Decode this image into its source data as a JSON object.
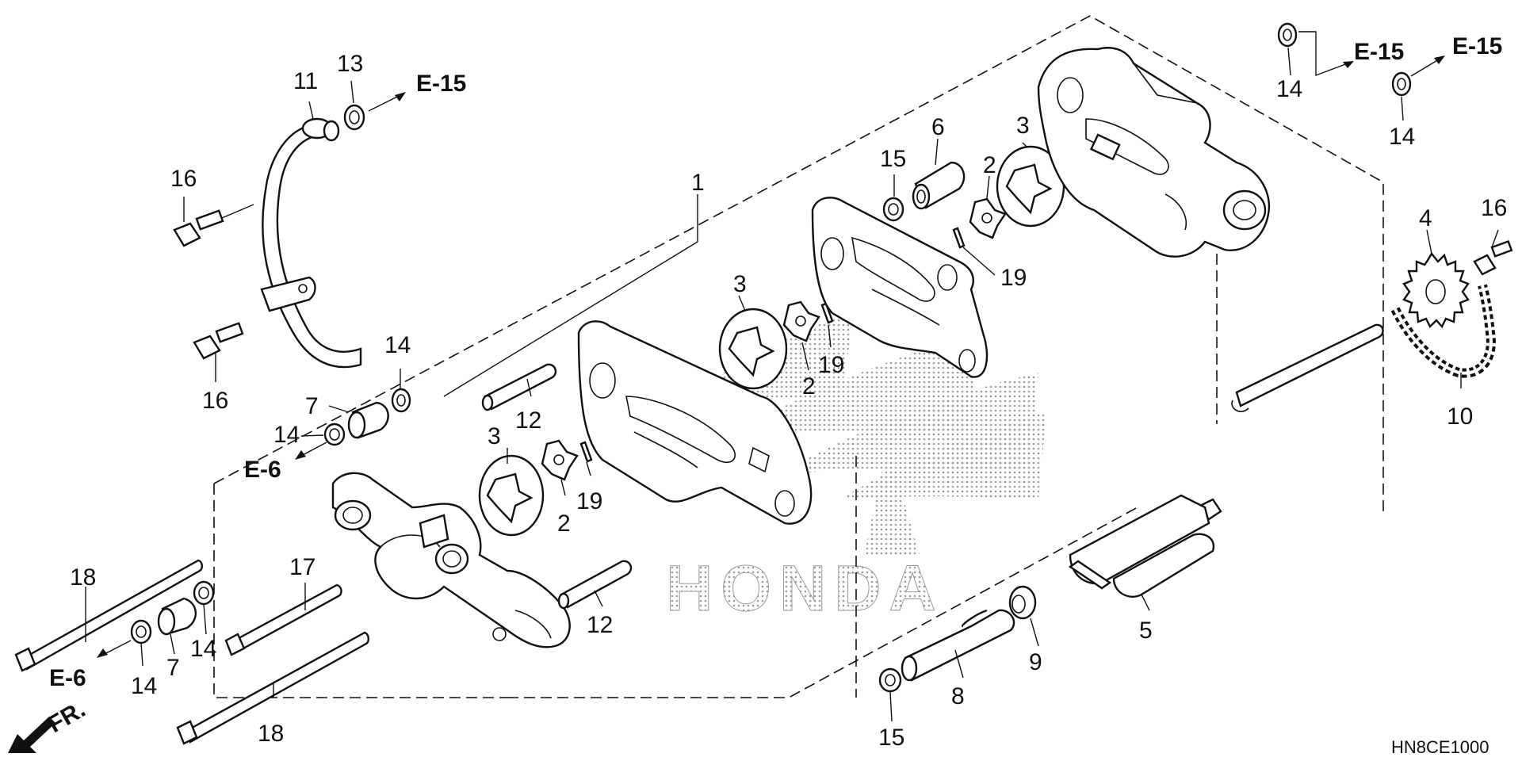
{
  "diagram": {
    "drawing_code": "HN8CE1000",
    "watermark": "HONDA",
    "callouts": [
      {
        "id": "c1",
        "label": "1"
      },
      {
        "id": "c2a",
        "label": "2"
      },
      {
        "id": "c2b",
        "label": "2"
      },
      {
        "id": "c2c",
        "label": "2"
      },
      {
        "id": "c3a",
        "label": "3"
      },
      {
        "id": "c3b",
        "label": "3"
      },
      {
        "id": "c3c",
        "label": "3"
      },
      {
        "id": "c4",
        "label": "4"
      },
      {
        "id": "c5",
        "label": "5"
      },
      {
        "id": "c6",
        "label": "6"
      },
      {
        "id": "c7a",
        "label": "7"
      },
      {
        "id": "c7b",
        "label": "7"
      },
      {
        "id": "c8",
        "label": "8"
      },
      {
        "id": "c9",
        "label": "9"
      },
      {
        "id": "c10",
        "label": "10"
      },
      {
        "id": "c11",
        "label": "11"
      },
      {
        "id": "c12a",
        "label": "12"
      },
      {
        "id": "c12b",
        "label": "12"
      },
      {
        "id": "c13",
        "label": "13"
      },
      {
        "id": "c14a",
        "label": "14"
      },
      {
        "id": "c14b",
        "label": "14"
      },
      {
        "id": "c14c",
        "label": "14"
      },
      {
        "id": "c14d",
        "label": "14"
      },
      {
        "id": "c14e",
        "label": "14"
      },
      {
        "id": "c14f",
        "label": "14"
      },
      {
        "id": "c15a",
        "label": "15"
      },
      {
        "id": "c15b",
        "label": "15"
      },
      {
        "id": "c16a",
        "label": "16"
      },
      {
        "id": "c16b",
        "label": "16"
      },
      {
        "id": "c16c",
        "label": "16"
      },
      {
        "id": "c17",
        "label": "17"
      },
      {
        "id": "c18a",
        "label": "18"
      },
      {
        "id": "c18b",
        "label": "18"
      },
      {
        "id": "c19a",
        "label": "19"
      },
      {
        "id": "c19b",
        "label": "19"
      },
      {
        "id": "c19c",
        "label": "19"
      }
    ],
    "references": [
      {
        "id": "r1",
        "label": "E-15"
      },
      {
        "id": "r2",
        "label": "E-15"
      },
      {
        "id": "r3",
        "label": "E-15"
      },
      {
        "id": "r4",
        "label": "E-6"
      },
      {
        "id": "r5",
        "label": "E-6"
      }
    ],
    "front_marker": "FR."
  }
}
